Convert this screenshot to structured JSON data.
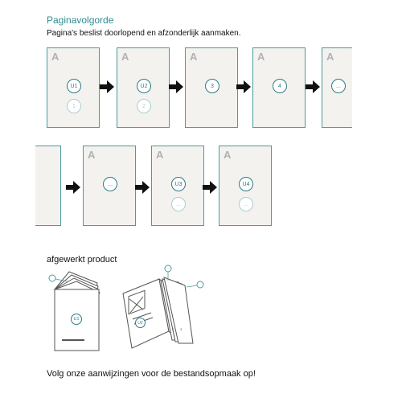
{
  "header": {
    "title": "Paginavolgorde",
    "subtitle": "Pagina's beslist doorlopend en afzonderlijk aanmaken."
  },
  "colors": {
    "accent": "#2f8a8f",
    "page_fill": "#f3f2ef",
    "page_border": "#4d9a9e",
    "circle_faded": "#a8cfd1",
    "letter": "#b1b1b1"
  },
  "pages_row1": [
    {
      "letter": "A",
      "label": "U1",
      "sub": "1"
    },
    {
      "letter": "A",
      "label": "U2",
      "sub": "2"
    },
    {
      "letter": "A",
      "label": "3",
      "sub": ""
    },
    {
      "letter": "A",
      "label": "4",
      "sub": ""
    },
    {
      "letter": "A",
      "label": "...",
      "sub": ""
    }
  ],
  "pages_row2": [
    {
      "letter": "",
      "label": "",
      "sub": ""
    },
    {
      "letter": "A",
      "label": "...",
      "sub": ""
    },
    {
      "letter": "A",
      "label": "U3",
      "sub": "..."
    },
    {
      "letter": "A",
      "label": "U4",
      "sub": "..."
    }
  ],
  "product": {
    "section_label": "afgewerkt product",
    "booklet_cover_label": "U1",
    "open_book_label": "U2"
  },
  "footer": {
    "text": "Volg onze aanwijzingen voor de bestandsopmaak op!"
  }
}
